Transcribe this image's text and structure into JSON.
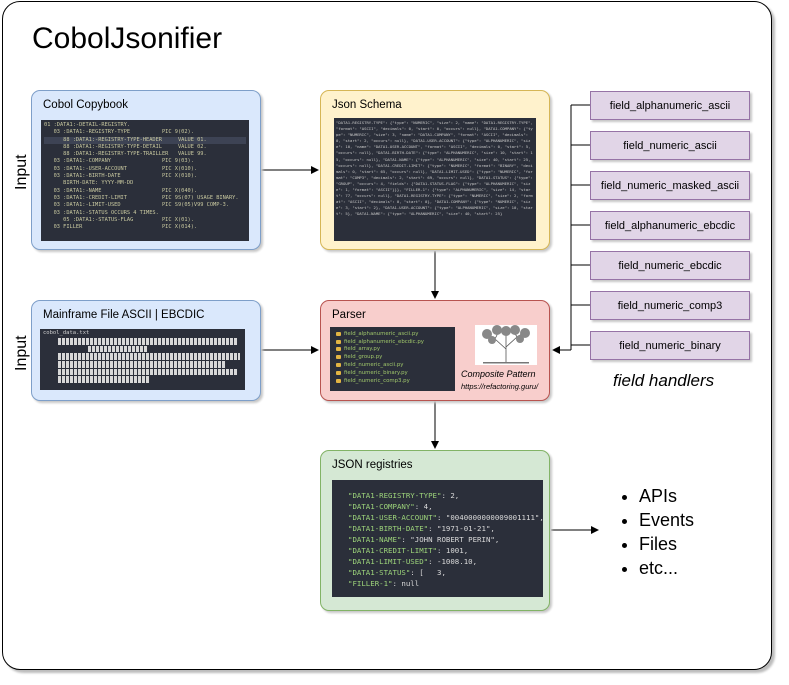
{
  "title": "CobolJsonifier",
  "input_labels": [
    "Input",
    "Input"
  ],
  "boxes": {
    "copybook": {
      "label": "Cobol Copybook",
      "lines": [
        "01 :DATA1:-DETAIL-REGISTRY.",
        "   03 :DATA1:-REGISTRY-TYPE          PIC 9(02).",
        "      88 :DATA1:-REGISTRY-TYPE-HEADER     VALUE 01.",
        "      88 :DATA1:-REGISTRY-TYPE-DETAIL     VALUE 02.",
        "      88 :DATA1:-REGISTRY-TYPE-TRAILLER   VALUE 99.",
        "   03 :DATA1:-COMPANY                PIC 9(03).",
        "   03 :DATA1:-USER-ACCOUNT           PIC X(010).",
        "   03 :DATA1:-BIRTH-DATE             PIC X(010).",
        "      BIRTH-DATE: YYYY-MM-DD",
        "   03 :DATA1:-NAME                   PIC X(040).",
        "   03 :DATA1:-CREDIT-LIMIT           PIC 9S(07) USAGE BINARY.",
        "   03 :DATA1:-LIMIT-USED             PIC S9(05)V99 COMP-3.",
        "   03 :DATA1:-STATUS OCCURS 4 TIMES.",
        "      05 :DATA1:-STATUS-FLAG         PIC X(01).",
        "   03 FILLER                         PIC X(014)."
      ]
    },
    "schema": {
      "label": "Json Schema",
      "text": "\"DATA1-REGISTRY-TYPE\": {\"type\": \"NUMERIC\", \"size\": 2, \"name\": \"DATA1-REGISTRY-TYPE\", \"format\": \"ASCII\", \"decimals\": 0, \"start\": 0, \"occurs\": null}, \"DATA1-COMPANY\": {\"type\": \"NUMERIC\", \"size\": 3, \"name\": \"DATA1-COMPANY\", \"format\": \"ASCII\", \"decimals\": 0, \"start\": 2, \"occurs\": null}, \"DATA1-USER-ACCOUNT\": {\"type\": \"ALPHANUMERIC\", \"size\": 10, \"name\": \"DATA1-USER-ACCOUNT\", \"format\": \"ASCII\", \"decimals\": 0, \"start\": 5, \"occurs\": null}, \"DATA1-BIRTH-DATE\": {\"type\": \"ALPHANUMERIC\", \"size\": 10, \"start\": 15, \"occurs\": null}, \"DATA1-NAME\": {\"type\": \"ALPHANUMERIC\", \"size\": 40, \"start\": 25, \"occurs\": null}, \"DATA1-CREDIT-LIMIT\": {\"type\": \"NUMERIC\", \"format\": \"BINARY\", \"decimals\": 0, \"start\": 65, \"occurs\": null}, \"DATA1-LIMIT-USED\": {\"type\": \"NUMERIC\", \"format\": \"COMP3\", \"decimals\": 2, \"start\": 69, \"occurs\": null}, \"DATA1-STATUS\": {\"type\": \"GROUP\", \"occurs\": 4, \"fields\": {\"DATA1-STATUS-FLAG\": {\"type\": \"ALPHANUMERIC\", \"size\": 1, \"format\": \"ASCII\"}}}, \"FILLER-1\": {\"type\": \"ALPHANUMERIC\", \"size\": 14, \"start\": 77, \"occurs\": null}, \"DATA1-REGISTRY-TYPE\": {\"type\": \"NUMERIC\", \"size\": 2, \"format\": \"ASCII\", \"decimals\": 0, \"start\": 0}, \"DATA1-COMPANY\": {\"type\": \"NUMERIC\", \"size\": 3, \"start\": 2}, \"DATA1-USER-ACCOUNT\": {\"type\": \"ALPHANUMERIC\", \"size\": 10, \"start\": 5}, \"DATA1-NAME\": {\"type\": \"ALPHANUMERIC\", \"size\": 40, \"start\": 25}"
    },
    "mainframe": {
      "label": "Mainframe File  ASCII | EBCDIC",
      "tab": "cobol_data.txt"
    },
    "parser": {
      "label": "Parser",
      "files": [
        "field_alphanumeric_ascii.py",
        "field_alphanumeric_ebcdic.py",
        "field_array.py",
        "field_group.py",
        "field_numeric_ascii.py",
        "field_numeric_binary.py",
        "field_numeric_comp3.py"
      ],
      "caption": "Composite Pattern",
      "url": "https://refactoring.guru/"
    },
    "registries": {
      "label": "JSON registries",
      "lines": [
        {
          "k": "\"DATA1-REGISTRY-TYPE\"",
          "v": ": 2,"
        },
        {
          "k": "\"DATA1-COMPANY\"",
          "v": ": 4,"
        },
        {
          "k": "\"DATA1-USER-ACCOUNT\"",
          "v": ": \"0040000000009001111\","
        },
        {
          "k": "\"DATA1-BIRTH-DATE\"",
          "v": ": \"1971-01-21\","
        },
        {
          "k": "\"DATA1-NAME\"",
          "v": ": \"JOHN ROBERT PERIN\","
        },
        {
          "k": "\"DATA1-CREDIT-LIMIT\"",
          "v": ": 1001,"
        },
        {
          "k": "\"DATA1-LIMIT-USED\"",
          "v": ": -1008.10,"
        },
        {
          "k": "\"DATA1-STATUS\"",
          "v": ": [   3,"
        },
        {
          "k": "\"FILLER-1\"",
          "v": ": null"
        }
      ]
    }
  },
  "handlers": [
    "field_alphanumeric_ascii",
    "field_numeric_ascii",
    "field_numeric_masked_ascii",
    "field_alphanumeric_ebcdic",
    "field_numeric_ebcdic",
    "field_numeric_comp3",
    "field_numeric_binary"
  ],
  "handlers_caption": "field handlers",
  "outputs": [
    "APIs",
    "Events",
    "Files",
    "etc..."
  ]
}
